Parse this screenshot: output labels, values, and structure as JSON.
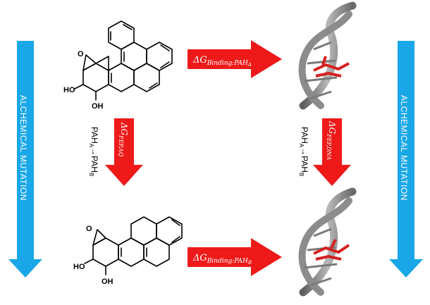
{
  "side_labels": {
    "left": "ALCHEMICAL MUTATION",
    "right": "ALCHEMICAL MUTATION"
  },
  "arrows": {
    "binding_top": {
      "prefix": "ΔG",
      "sub": "Binding:PAH",
      "subsub": "A"
    },
    "binding_bottom": {
      "prefix": "ΔG",
      "sub": "Binding:PAH",
      "subsub": "B"
    },
    "fep_aq": {
      "prefix": "ΔG",
      "sub": "FEP,AQ"
    },
    "fep_dna": {
      "prefix": "ΔG",
      "sub": "FEP,DNA"
    }
  },
  "transformations": {
    "left": {
      "from": "PAH",
      "from_sub": "A",
      "arrow": "→",
      "to": "PAH",
      "to_sub": "B"
    },
    "right": {
      "from": "PAH",
      "from_sub": "A",
      "arrow": "→",
      "to": "PAH",
      "to_sub": "B"
    }
  },
  "molecule_labels": {
    "top_oh1": "HO",
    "top_oh2": "OH",
    "top_o": "O",
    "bottom_oh1": "HO",
    "bottom_oh2": "OH",
    "bottom_o": "O"
  },
  "colors": {
    "blue_arrow": "#1aa7e8",
    "red_arrow": "#ee1a1a",
    "dna_gray": "#8c8c8c",
    "ligand_red": "#d42020"
  }
}
